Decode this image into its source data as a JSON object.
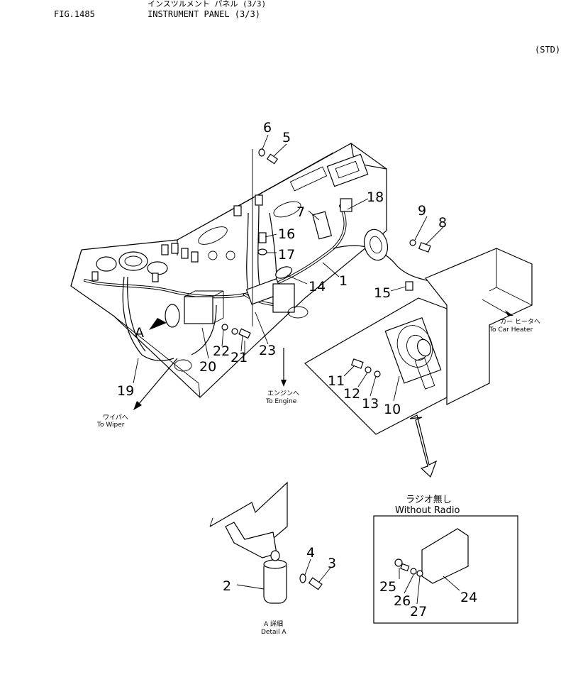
{
  "header": {
    "fig_number": "FIG.1485",
    "title_jp": "インスツルメント パネル (3/3)",
    "title_en": "INSTRUMENT PANEL (3/3)",
    "variant": "(STD)"
  },
  "callouts": {
    "c1": "1",
    "c2": "2",
    "c3": "3",
    "c4": "4",
    "c5": "5",
    "c6": "6",
    "c7": "7",
    "c8": "8",
    "c9": "9",
    "c10": "10",
    "c11": "11",
    "c12": "12",
    "c13": "13",
    "c14": "14",
    "c15": "15",
    "c16": "16",
    "c17": "17",
    "c18": "18",
    "c19": "19",
    "c20": "20",
    "c21": "21",
    "c22": "22",
    "c23": "23",
    "c24": "24",
    "c25": "25",
    "c26": "26",
    "c27": "27"
  },
  "arrow_label_a": "A",
  "labels": {
    "engine_jp": "エンジンへ",
    "engine_en": "To Engine",
    "wiper_jp": "ワイパへ",
    "wiper_en": "To Wiper",
    "heater_jp": "カー ヒータへ",
    "heater_en": "To Car Heater",
    "no_radio_jp": "ラジオ無し",
    "no_radio_en": "Without Radio",
    "detail_a_jp": "A 詳細",
    "detail_a_en": "Detail A"
  }
}
